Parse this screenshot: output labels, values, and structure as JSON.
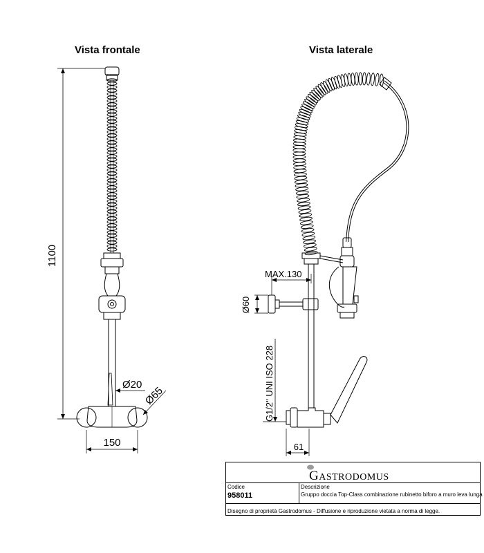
{
  "views": {
    "front_title": "Vista frontale",
    "side_title": "Vista laterale"
  },
  "dimensions": {
    "height": "1100",
    "width": "150",
    "diameter_pipe": "Ø20",
    "diameter_rosette": "Ø65",
    "max_offset": "MAX.130",
    "diameter_bracket": "Ø60",
    "thread": "G1/2\" UNI ISO 228",
    "depth": "61"
  },
  "title_block": {
    "brand": "Gastrodomus",
    "brand_cap": "G",
    "brand_rest": "ASTRODOMUS",
    "code_label": "Codice",
    "code_value": "958011",
    "desc_label": "Descrizione",
    "desc_value": "Gruppo doccia Top-Class combinazione rubinetto biforo a muro leva lunga",
    "footer": "Disegno di proprietà Gastrodomus -  Diffusione e riproduzione vietata a norma di legge."
  },
  "colors": {
    "line": "#000000",
    "background": "#ffffff"
  }
}
